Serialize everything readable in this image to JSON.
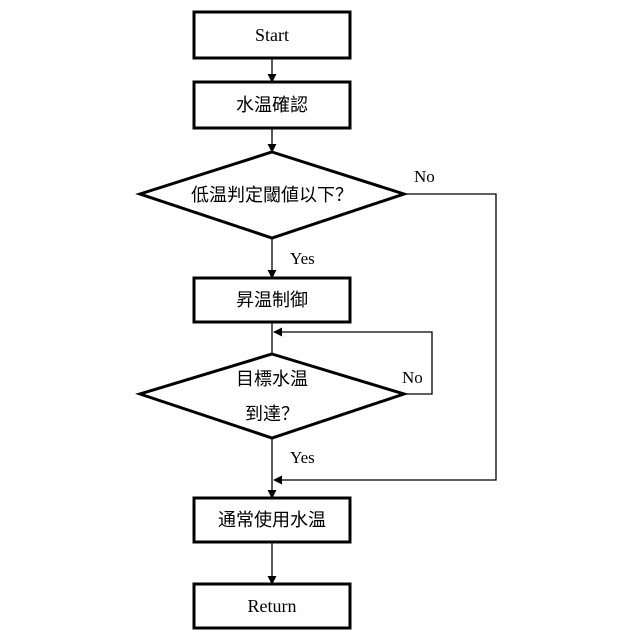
{
  "nodes": {
    "start": "Start",
    "check_temp": "水温確認",
    "low_threshold": "低温判定閾値以下？",
    "heating": "昇温制御",
    "target_line1": "目標水温",
    "target_line2": "到達？",
    "normal_temp": "通常使用水温",
    "return": "Return"
  },
  "edges": {
    "yes1": "Yes",
    "no1": "No",
    "yes2": "Yes",
    "no2": "No"
  }
}
